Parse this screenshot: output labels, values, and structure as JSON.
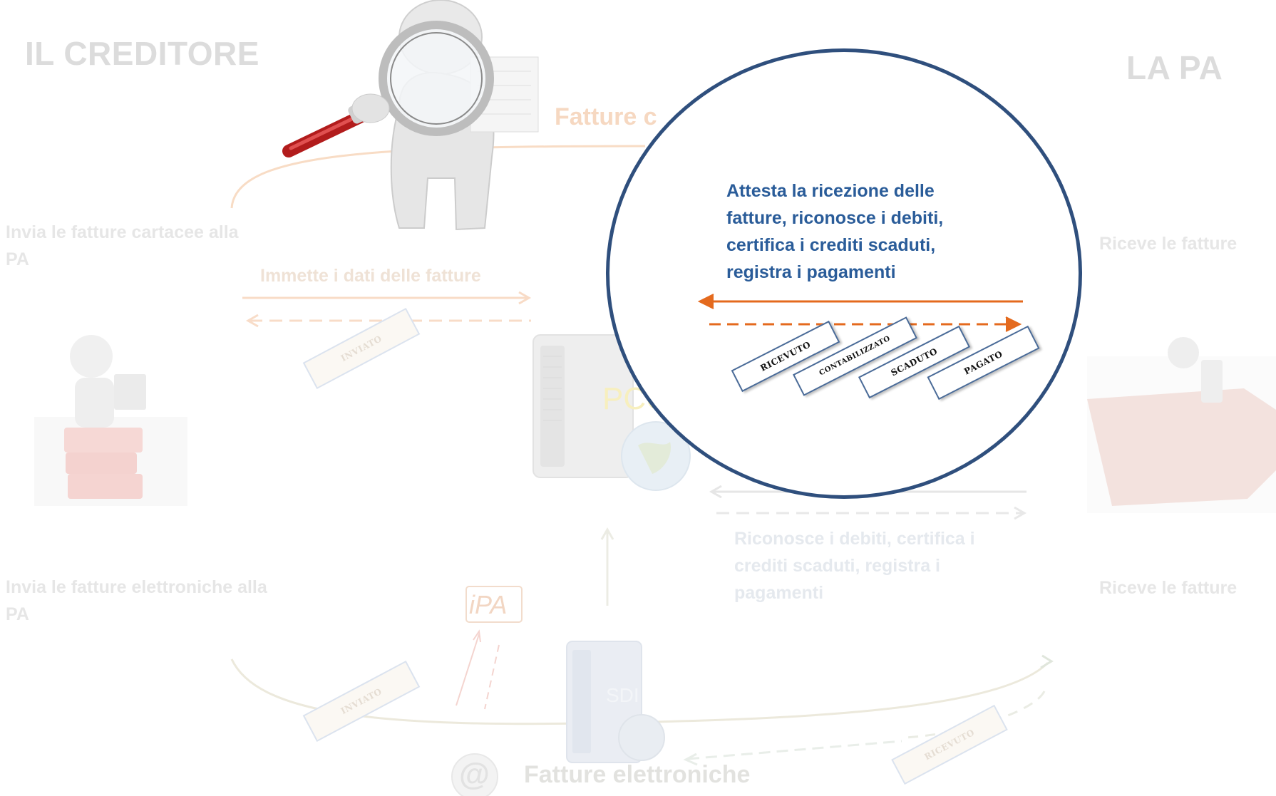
{
  "creditor_title": "IL CREDITORE",
  "pa_title": "LA PA",
  "left_top_text": "Invia le fatture cartacee alla PA",
  "left_bottom_text": "Invia le fatture elettroniche alla PA",
  "right_top_text": "Riceve le fatture",
  "right_bottom_text": "Riceve le fatture",
  "input_text": "Immette i dati delle fatture",
  "recognize_text": "Riconosce i debiti, certifica i crediti scaduti, registra i pagamenti",
  "paper_invoices_label": "Fatture c",
  "electronic_invoices_label": "Fatture elettroniche",
  "pcc_label": "PCC",
  "sdi_label": "SDI",
  "ipa_label": "iPA",
  "at_symbol": "@",
  "focus": {
    "text": "Attesta la ricezione delle fatture, riconosce i debiti, certifica i crediti scaduti, registra i pagamenti",
    "tags": [
      "RICEVUTO",
      "CONTABILIZZATO",
      "SCADUTO",
      "PAGATO"
    ]
  },
  "faded_tags": {
    "top_left": "INVIATO",
    "bottom_left": "INVIATO",
    "bottom_right": "RICEVUTO"
  },
  "colors": {
    "circle_border": "#2f4f7d",
    "focus_text": "#2a5c99",
    "arrow_orange": "#e46a1e",
    "tag_border": "#4a6b98"
  }
}
